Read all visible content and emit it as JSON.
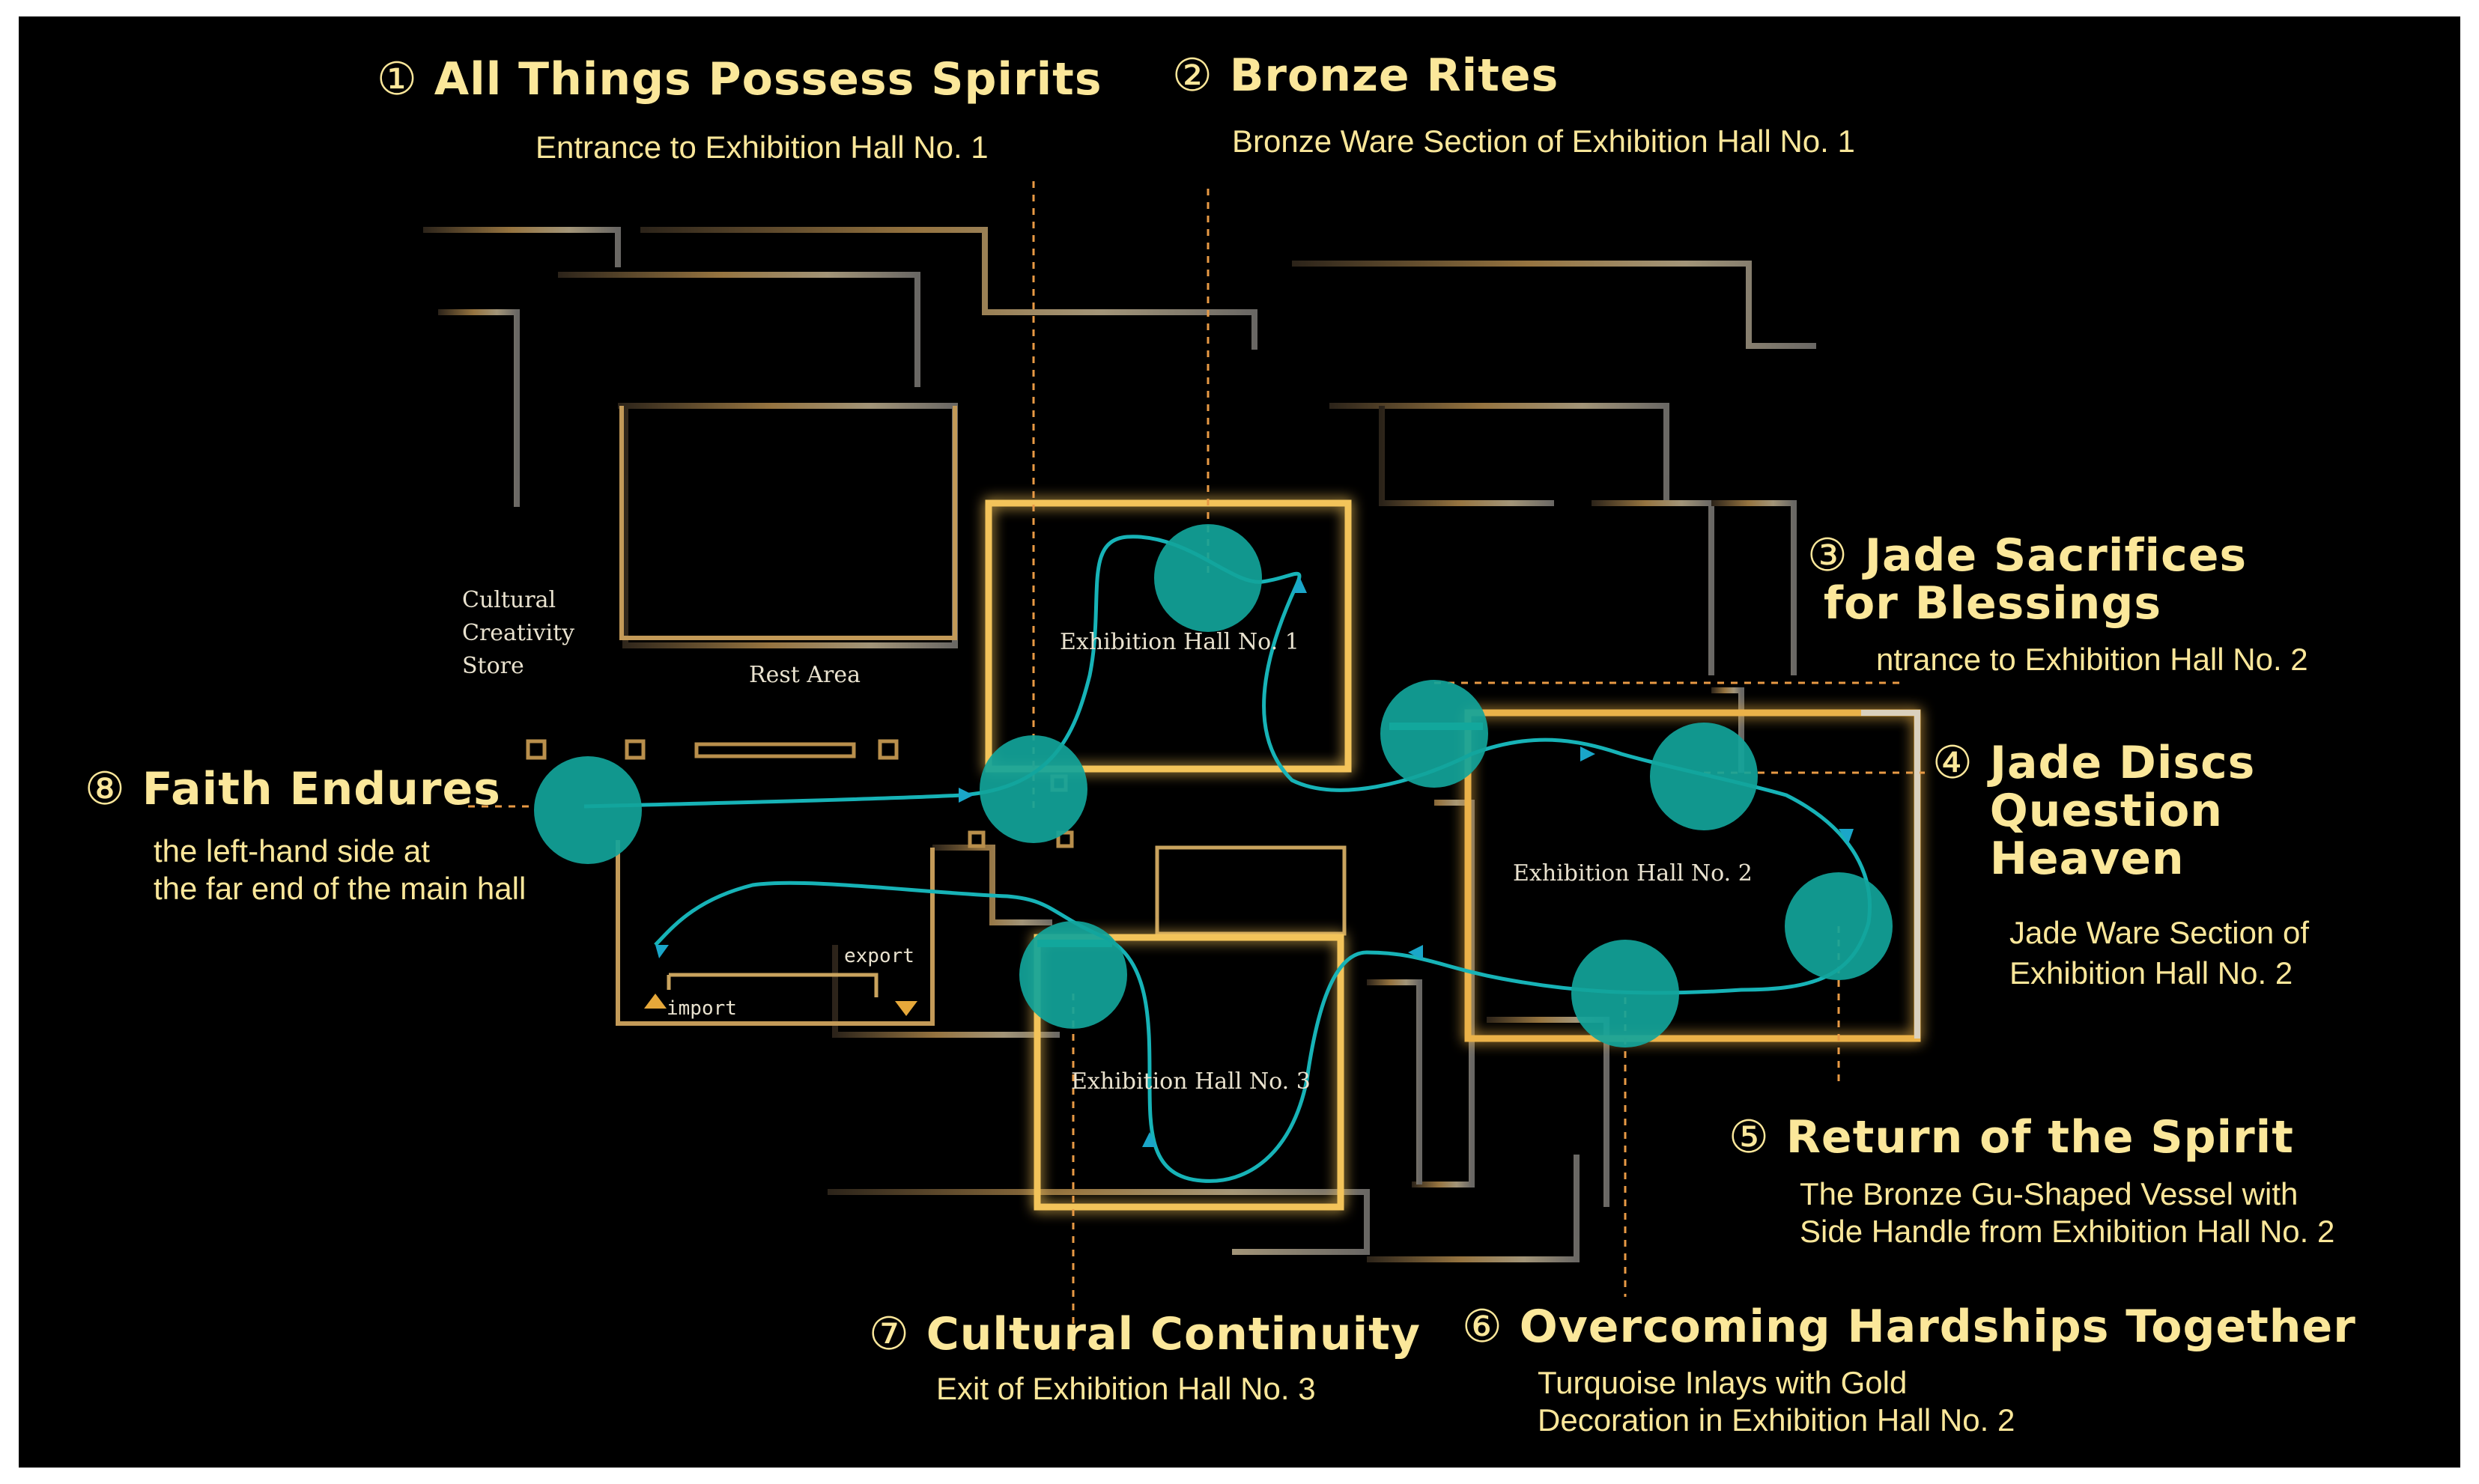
{
  "stations": [
    {
      "num": "①",
      "title": "All Things Possess Spirits",
      "subtitle": "Entrance to Exhibition Hall No. 1"
    },
    {
      "num": "②",
      "title": "Bronze Rites",
      "subtitle": "Bronze Ware Section of Exhibition Hall No. 1"
    },
    {
      "num": "③",
      "title": "Jade Sacrifices\n for Blessings",
      "subtitle": "ntrance to Exhibition Hall No. 2"
    },
    {
      "num": "④",
      "title": "Jade Discs\nQuestion\nHeaven",
      "subtitle": "Jade Ware Section of\nExhibition Hall No. 2"
    },
    {
      "num": "⑤",
      "title": "Return of the Spirit",
      "subtitle": "The Bronze Gu-Shaped Vessel with\nSide Handle from Exhibition Hall No. 2"
    },
    {
      "num": "⑥",
      "title": "Overcoming Hardships Together",
      "subtitle": "Turquoise Inlays with Gold\nDecoration in Exhibition Hall No. 2"
    },
    {
      "num": "⑦",
      "title": "Cultural Continuity",
      "subtitle": "Exit of Exhibition Hall No. 3"
    },
    {
      "num": "⑧",
      "title": "Faith Endures",
      "subtitle": "the left-hand side at\nthe far end of the main hall"
    }
  ],
  "halls": {
    "hall1": "Exhibition Hall No. 1",
    "hall2": "Exhibition Hall No. 2",
    "hall3": "Exhibition Hall No. 3"
  },
  "rooms": {
    "store": "Cultural\nCreativity\nStore",
    "rest": "Rest Area",
    "export": "export",
    "import": "import"
  },
  "colors": {
    "background": "#000000",
    "title_text": "#fbe79a",
    "hall_glow": "#f3c45a",
    "station_marker": "#12a49a",
    "route_line": "#17b3b7",
    "leader_line": "#e89a45",
    "wall": "#b9925a"
  }
}
